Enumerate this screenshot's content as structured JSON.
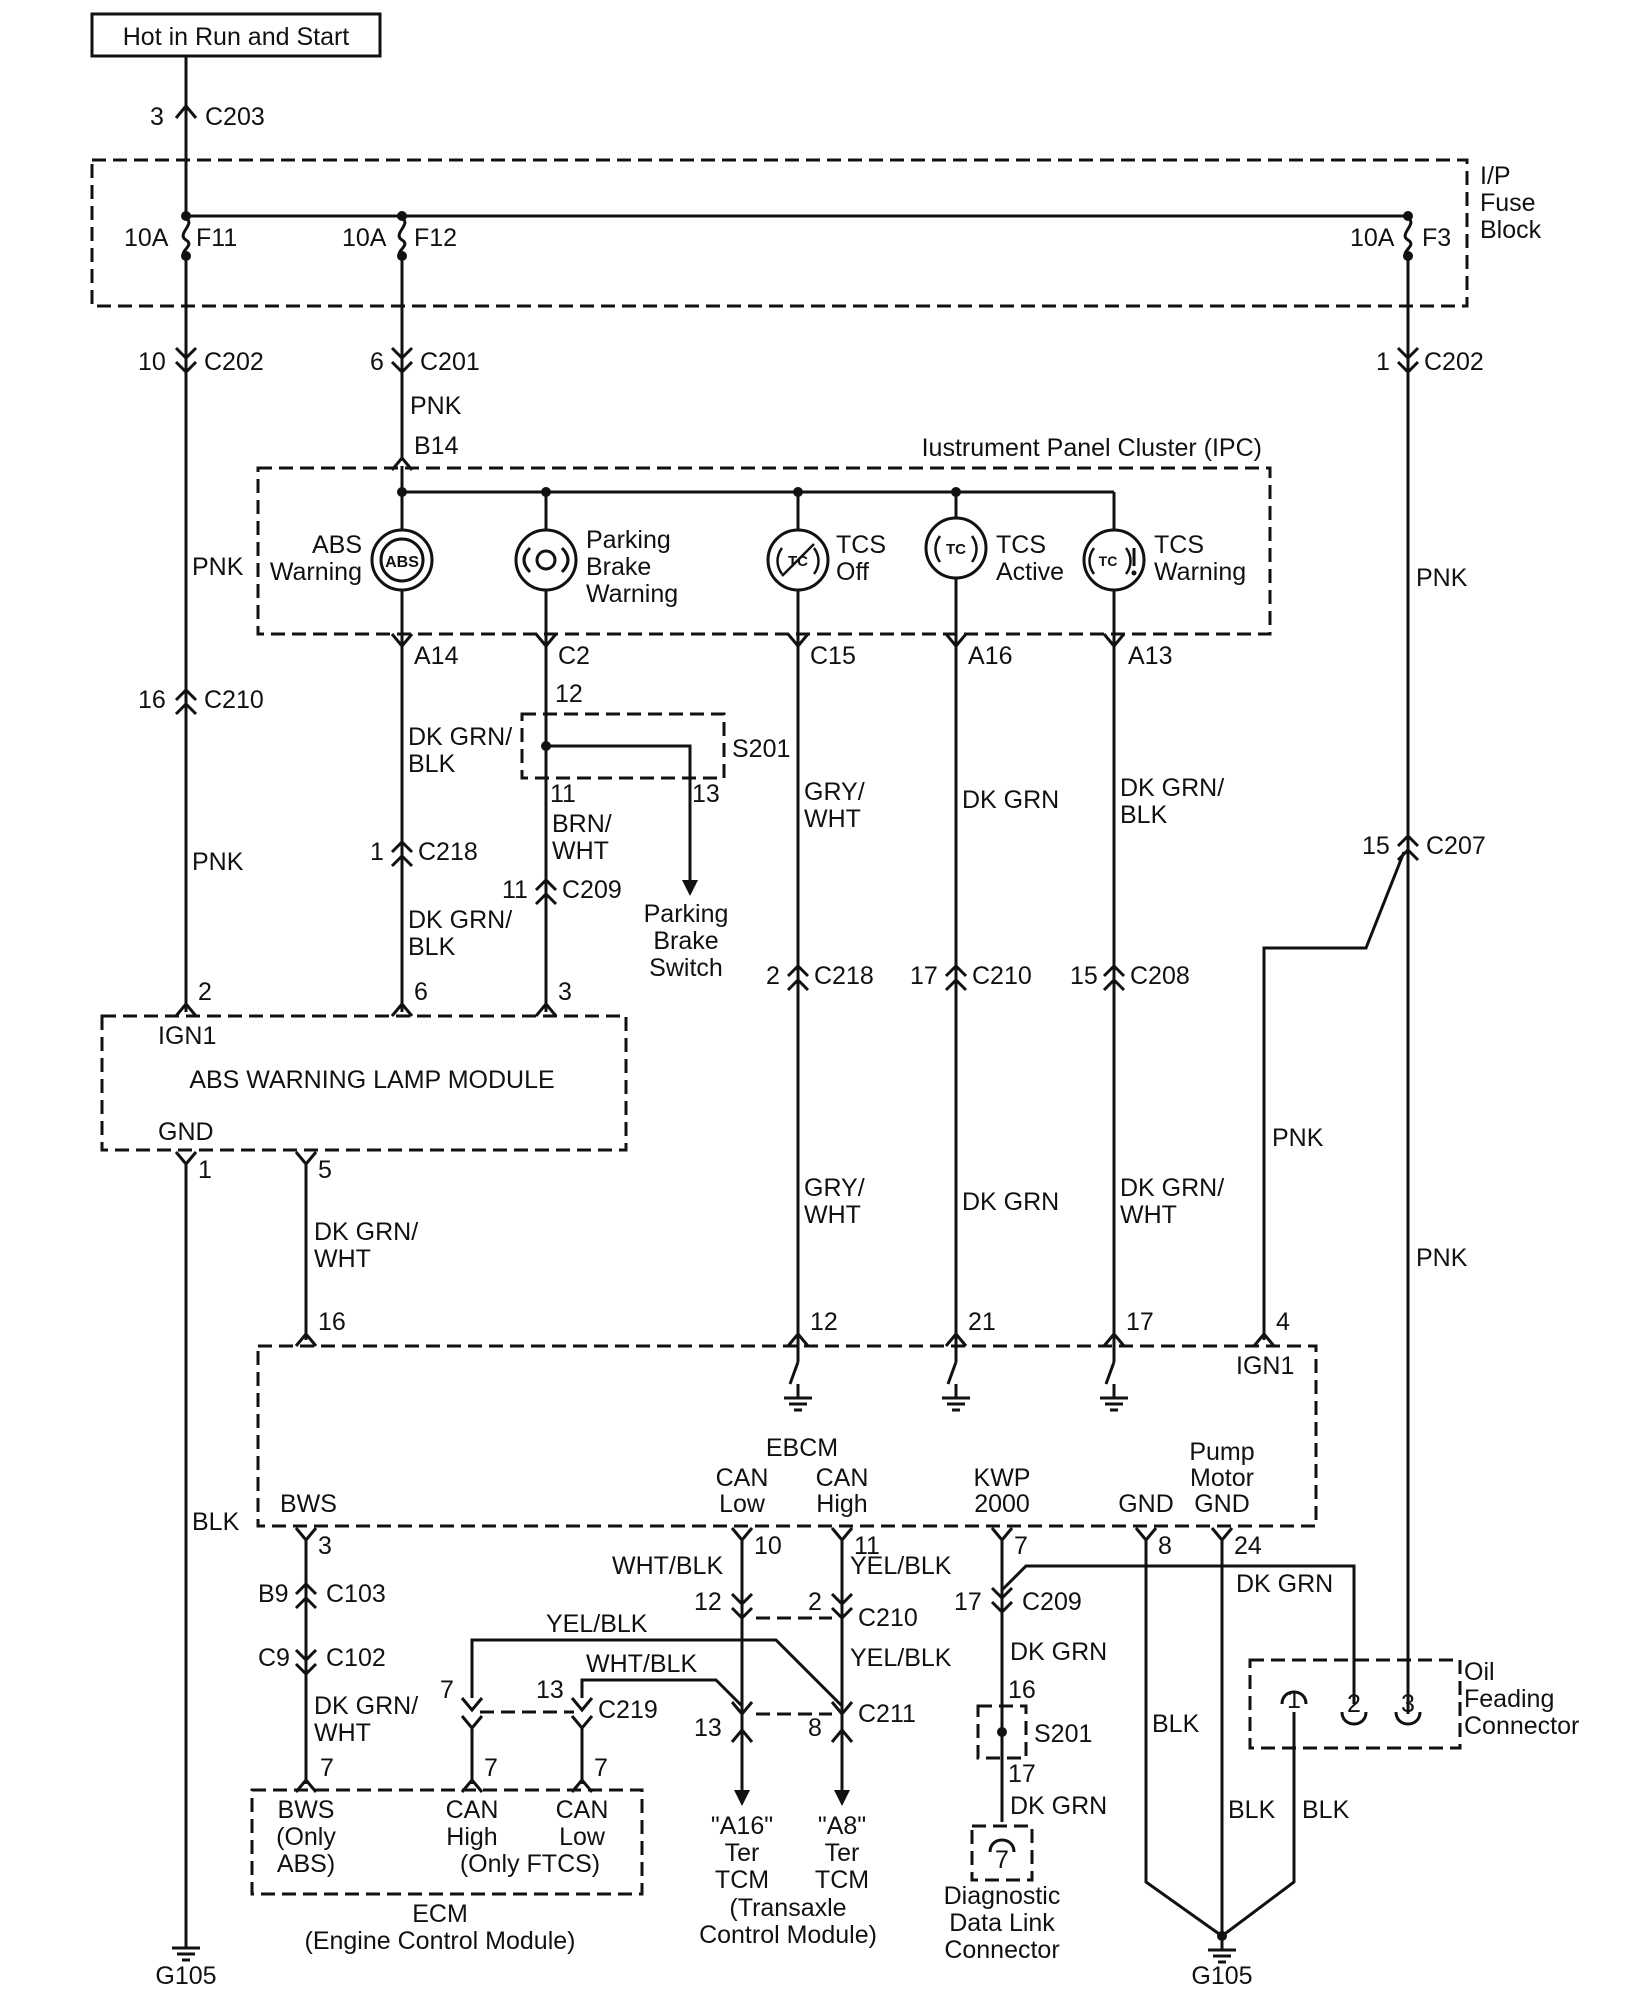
{
  "power": {
    "source": "Hot in Run and Start",
    "c203_pin": "3",
    "c203": "C203"
  },
  "fuse_block": {
    "title_1": "I/P",
    "title_2": "Fuse",
    "title_3": "Block",
    "f11_rating": "10A",
    "f11": "F11",
    "f12_rating": "10A",
    "f12": "F12",
    "f3_rating": "10A",
    "f3": "F3"
  },
  "connectors": {
    "c202_left_pin": "10",
    "c202_left": "C202",
    "c201_pin": "6",
    "c201": "C201",
    "c202_right_pin": "1",
    "c202_right": "C202",
    "c210_left_pin": "16",
    "c210_left": "C210",
    "c218_a_pin": "1",
    "c218_a": "C218",
    "c209_a_pin": "11",
    "c209_a": "C209",
    "c218_b_pin": "2",
    "c218_b": "C218",
    "c210_b_pin": "17",
    "c210_b": "C210",
    "c208_pin": "15",
    "c208": "C208",
    "c207_pin": "15",
    "c207": "C207",
    "c103_pin": "B9",
    "c103": "C103",
    "c102_pin": "C9",
    "c102": "C102",
    "c219_pin_l": "7",
    "c219_pin_r": "13",
    "c219": "C219",
    "c210_c_pin_l": "12",
    "c210_c_pin_r": "2",
    "c210_c": "C210",
    "c211_pin_l": "13",
    "c211_pin_r": "8",
    "c211": "C211",
    "c209_b_pin": "17",
    "c209_b": "C209"
  },
  "ipc": {
    "title": "Iustrument Panel Cluster (IPC)",
    "b14": "B14",
    "abs_1": "ABS",
    "abs_2": "Warning",
    "park_1": "Parking",
    "park_2": "Brake",
    "park_3": "Warning",
    "tcsoff_1": "TCS",
    "tcsoff_2": "Off",
    "tcsact_1": "TCS",
    "tcsact_2": "Active",
    "tcswarn_1": "TCS",
    "tcswarn_2": "Warning",
    "abs_icon_text": "ABS",
    "tc_icon_text": "TC",
    "a14": "A14",
    "c2": "C2",
    "c15": "C15",
    "a16": "A16",
    "a13": "A13"
  },
  "splice_top": {
    "name": "S201",
    "p12": "12",
    "p11": "11",
    "p13": "13"
  },
  "parking_switch": {
    "l1": "Parking",
    "l2": "Brake",
    "l3": "Switch"
  },
  "wire_colors": {
    "pnk_b14": "PNK",
    "pnk_left1": "PNK",
    "pnk_left2": "PNK",
    "pnk_right1": "PNK",
    "pnk_right2": "PNK",
    "pnk_right3": "PNK",
    "dkgrnblk_1a": "DK GRN/",
    "dkgrnblk_1b": "BLK",
    "dkgrnblk_2a": "DK GRN/",
    "dkgrnblk_2b": "BLK",
    "brnwht_a": "BRN/",
    "brnwht_b": "WHT",
    "grywht_1a": "GRY/",
    "grywht_1b": "WHT",
    "grywht_2a": "GRY/",
    "grywht_2b": "WHT",
    "dkgrn_1": "DK GRN",
    "dkgrn_2": "DK GRN",
    "dkgrnblk_3a": "DK GRN/",
    "dkgrnblk_3b": "BLK",
    "dkgrnwht_1a": "DK GRN/",
    "dkgrnwht_1b": "WHT",
    "dkgrnwht_2a": "DK GRN/",
    "dkgrnwht_2b": "WHT",
    "dkgrnwht_3a": "DK GRN/",
    "dkgrnwht_3b": "WHT",
    "blk_left": "BLK",
    "whtblk_1": "WHT/BLK",
    "yelblk_1": "YEL/BLK",
    "yelblk_2": "YEL/BLK",
    "whtblk_2": "WHT/BLK",
    "yelblk_3": "YEL/BLK",
    "dkgrn_kwp1": "DK GRN",
    "dkgrn_kwp2": "DK GRN",
    "dkgrn_kwp3": "DK GRN",
    "blk_g1": "BLK",
    "blk_g2": "BLK",
    "blk_g3": "BLK"
  },
  "abs_module": {
    "title": "ABS WARNING LAMP MODULE",
    "ign1": "IGN1",
    "gnd": "GND",
    "p2": "2",
    "p6": "6",
    "p3": "3",
    "p1": "1",
    "p5": "5"
  },
  "ebcm": {
    "title": "EBCM",
    "p16": "16",
    "p12": "12",
    "p21": "21",
    "p17": "17",
    "p4": "4",
    "ign1": "IGN1",
    "bws": "BWS",
    "can_low_1": "CAN",
    "can_low_2": "Low",
    "can_high_1": "CAN",
    "can_high_2": "High",
    "kwp_1": "KWP",
    "kwp_2": "2000",
    "gnd": "GND",
    "pump_1": "Pump",
    "pump_2": "Motor",
    "pump_3": "GND",
    "p3": "3",
    "p10": "10",
    "p11": "11",
    "p7": "7",
    "p8": "8",
    "p24": "24"
  },
  "ecm": {
    "bws_1": "BWS",
    "bws_2": "(Only",
    "bws_3": "ABS)",
    "canh_1": "CAN",
    "canh_2": "High",
    "canl_1": "CAN",
    "canl_2": "Low",
    "only_ftcs": "(Only FTCS)",
    "p7a": "7",
    "p7b": "7",
    "p7c": "7",
    "name_1": "ECM",
    "name_2": "(Engine Control Module)"
  },
  "tcm": {
    "a16_1": "\"A16\"",
    "a16_2": "Ter",
    "a16_3": "TCM",
    "a8_1": "\"A8\"",
    "a8_2": "Ter",
    "a8_3": "TCM",
    "name_1": "(Transaxle",
    "name_2": "Control Module)"
  },
  "splice_bottom": {
    "name": "S201",
    "p16": "16",
    "p17": "17"
  },
  "dlc": {
    "pin": "7",
    "l1": "Diagnostic",
    "l2": "Data Link",
    "l3": "Connector"
  },
  "oil": {
    "l1": "Oil",
    "l2": "Feading",
    "l3": "Connector",
    "p1": "1",
    "p2": "2",
    "p3": "3"
  },
  "grounds": {
    "g105_left": "G105",
    "g105_right": "G105"
  }
}
